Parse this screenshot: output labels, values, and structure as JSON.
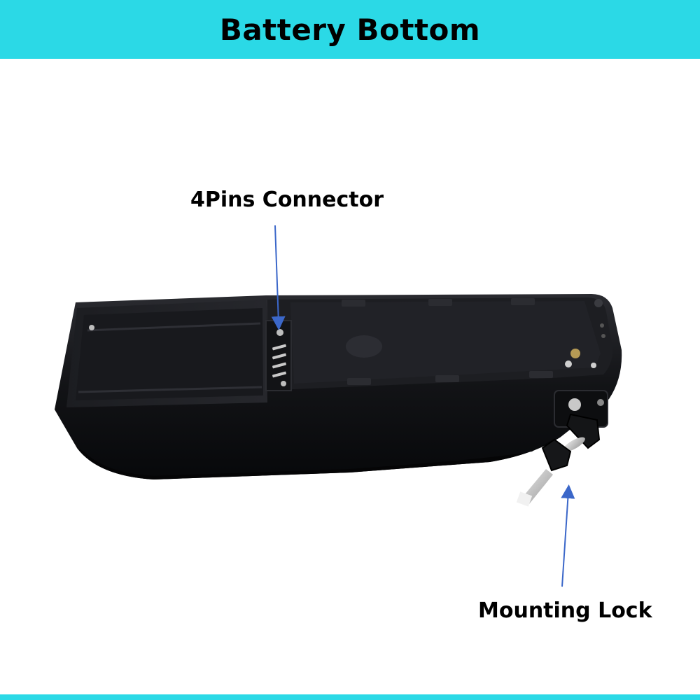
{
  "header": {
    "title": "Battery Bottom",
    "color": "#2bd9e6"
  },
  "photo": {
    "subject": "e-bike battery bottom with key lock"
  },
  "callouts": {
    "connector": "4Pins Connector",
    "lock": "Mounting Lock",
    "arrow_color": "#3b67c9"
  },
  "footer": {
    "color": "#2bd9e6"
  }
}
